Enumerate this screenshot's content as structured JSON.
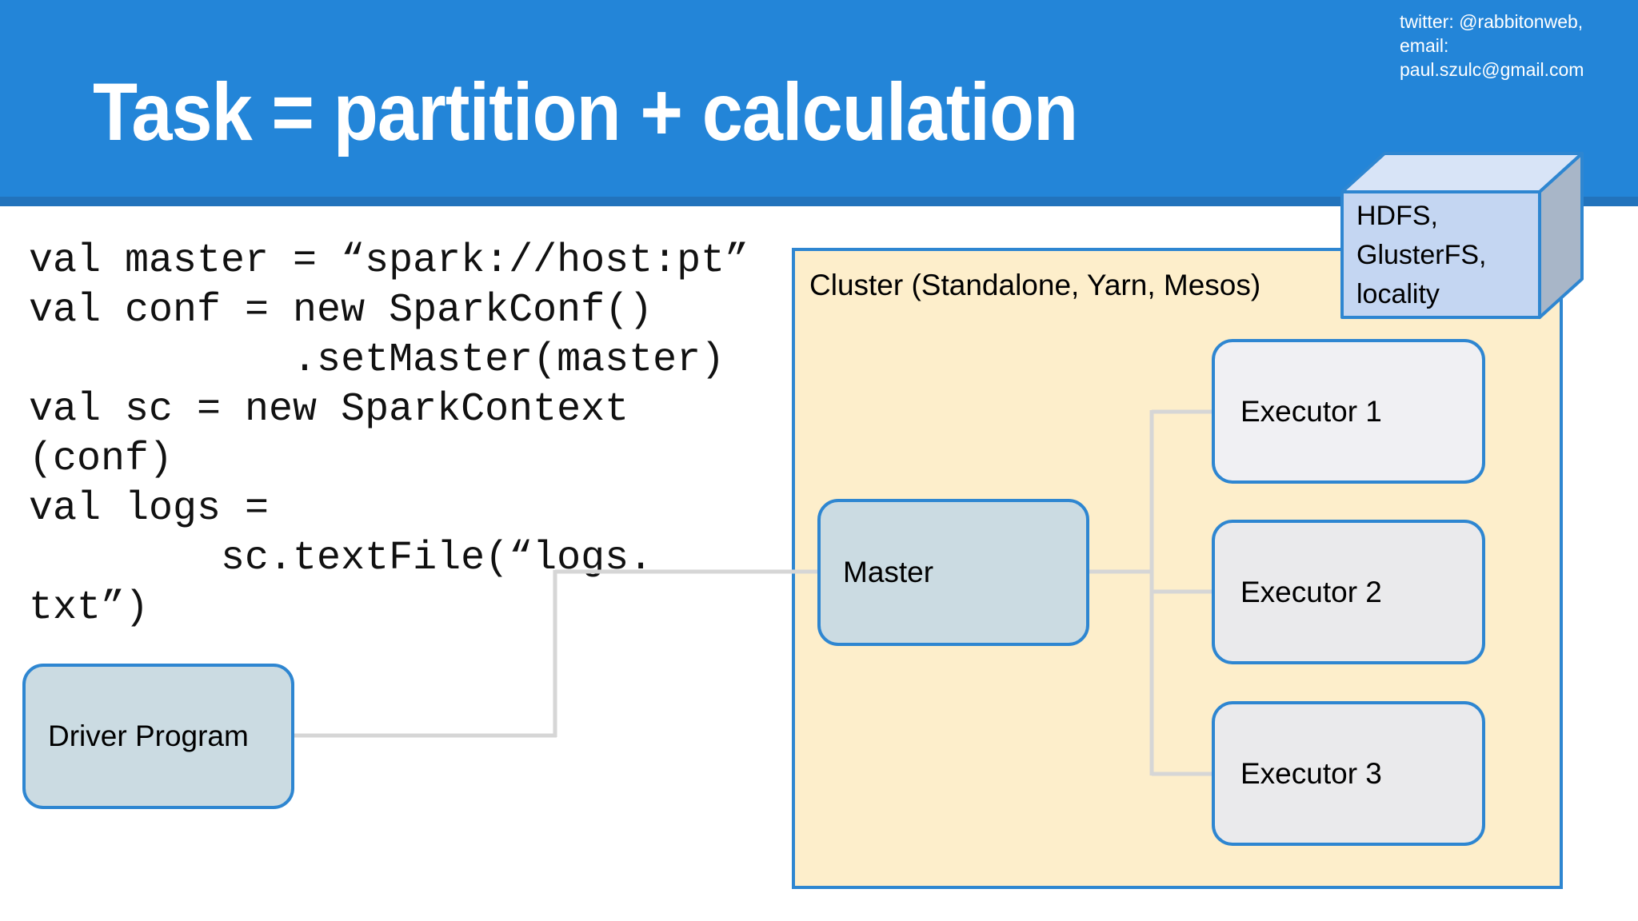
{
  "header": {
    "title": "Task = partition + calculation",
    "contact_line1": "twitter: @rabbitonweb,",
    "contact_line2": "email: paul.szulc@gmail.com"
  },
  "code": {
    "text": "val master = “spark://host:pt”\nval conf = new SparkConf()\n           .setMaster(master)\nval sc = new SparkContext\n(conf)\nval logs =\n        sc.textFile(“logs.\ntxt”)"
  },
  "diagram": {
    "cluster_label": "Cluster (Standalone, Yarn, Mesos)",
    "driver_label": "Driver Program",
    "master_label": "Master",
    "executors": [
      "Executor 1",
      "Executor 2",
      "Executor 3"
    ],
    "storage_text": "HDFS,\nGlusterFS,\nlocality"
  },
  "colors": {
    "header_blue": "#2385d8",
    "header_strip_blue": "#2273bc",
    "cluster_fill": "#fdeecb",
    "node_fill": "#cbdbe2",
    "executor_fill": "#eff0f2",
    "border_blue": "#2e86d1",
    "connector_gray": "#d6d6d6",
    "cube_top": "#d8e4f7",
    "cube_front": "#c4d6f2",
    "cube_side": "#a8b6c8"
  }
}
